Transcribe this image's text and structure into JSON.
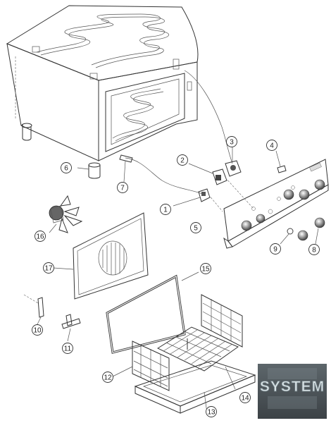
{
  "callouts": [
    {
      "id": "c1",
      "label": "1"
    },
    {
      "id": "c2",
      "label": "2"
    },
    {
      "id": "c3",
      "label": "3"
    },
    {
      "id": "c4",
      "label": "4"
    },
    {
      "id": "c5",
      "label": "5"
    },
    {
      "id": "c6",
      "label": "6"
    },
    {
      "id": "c7",
      "label": "7"
    },
    {
      "id": "c8",
      "label": "8"
    },
    {
      "id": "c9",
      "label": "9"
    },
    {
      "id": "c10",
      "label": "10"
    },
    {
      "id": "c11",
      "label": "11"
    },
    {
      "id": "c12",
      "label": "12"
    },
    {
      "id": "c13",
      "label": "13"
    },
    {
      "id": "c14",
      "label": "14"
    },
    {
      "id": "c15",
      "label": "15"
    },
    {
      "id": "c16",
      "label": "16"
    },
    {
      "id": "c17",
      "label": "17"
    }
  ],
  "logo": {
    "text": "SYSTEM"
  },
  "colors": {
    "line": "#333333",
    "metal_light": "#f2f2f2",
    "metal_mid": "#cfcfcf",
    "metal_dark": "#8a8a8a",
    "logo_bg": "#4b5358"
  }
}
